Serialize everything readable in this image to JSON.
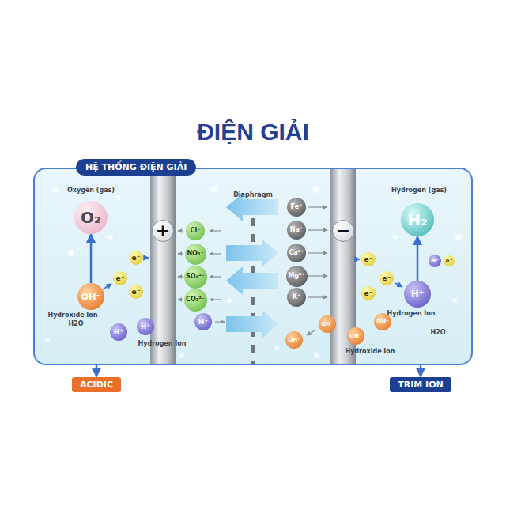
{
  "diagram": {
    "title": "ĐIỆN GIẢI",
    "nodes": [
      {
        "text": [
          "HỆ THỐNG ĐIỆN GIẢI"
        ]
      },
      {
        "text": [
          "O₂"
        ],
        "in": 0
      },
      {
        "text": [
          "+"
        ],
        "in": 0
      },
      {
        "text": [
          "e⁻"
        ],
        "in": 0
      },
      {
        "text": [
          "e⁻"
        ],
        "in": 0
      },
      {
        "text": [
          "e⁻"
        ],
        "in": 0
      },
      {
        "text": [
          "OH⁻"
        ],
        "in": 0
      },
      {
        "text": [
          "Cl⁻"
        ],
        "in": 0
      },
      {
        "text": [
          "NO₃⁻"
        ],
        "in": 0
      },
      {
        "text": [
          "SO₄²⁻"
        ],
        "in": 0
      },
      {
        "text": [
          "CO₃²⁻"
        ],
        "in": 0
      },
      {
        "text": [
          "H⁺"
        ],
        "in": 0
      },
      {
        "text": [
          "H⁺"
        ],
        "in": 0
      },
      {
        "text": [
          "H⁺"
        ],
        "in": 0
      },
      {
        "text": [
          "Fe⁺"
        ],
        "in": 0
      },
      {
        "text": [
          "Na⁺"
        ],
        "in": 0
      },
      {
        "text": [
          "Ca²⁺"
        ],
        "in": 0
      },
      {
        "text": [
          "Mg²⁺"
        ],
        "in": 0
      },
      {
        "text": [
          "K⁺"
        ],
        "in": 0
      },
      {
        "text": [
          "−"
        ],
        "in": 0
      },
      {
        "text": [
          "e⁻"
        ],
        "in": 0
      },
      {
        "text": [
          "e⁻"
        ],
        "in": 0
      },
      {
        "text": [
          "e⁻"
        ],
        "in": 0
      },
      {
        "text": [
          "H₂"
        ],
        "in": 0
      },
      {
        "text": [
          "H⁺"
        ],
        "in": 0
      },
      {
        "text": [
          "e⁻"
        ],
        "in": 0
      },
      {
        "text": [
          "H⁺"
        ],
        "in": 0
      },
      {
        "text": [
          "OH⁻"
        ],
        "in": 0
      },
      {
        "text": [
          "OH⁻"
        ],
        "in": 0
      },
      {
        "text": [
          "OH⁻"
        ],
        "in": 0
      },
      {
        "text": [
          "OH⁻"
        ],
        "in": 0
      },
      {
        "text": [
          "ACIDIC"
        ]
      },
      {
        "text": [
          "TRIM ION"
        ]
      }
    ],
    "edges": [
      {
        "from": 6,
        "to": 1,
        "arrow": "to"
      },
      {
        "from": 26,
        "to": 23,
        "arrow": "to"
      },
      {
        "from": 0,
        "to": 31,
        "arrow": "to"
      },
      {
        "from": 0,
        "to": 32,
        "arrow": "to"
      }
    ],
    "labels": [
      "Oxygen (gas)",
      "Diaphragm",
      "Hydrogen (gas)",
      "Hydroxide Ion",
      "H2O",
      "Hydrogen Ion",
      "Hydrogen Ion",
      "Hydroxide Ion",
      "H2O"
    ]
  }
}
